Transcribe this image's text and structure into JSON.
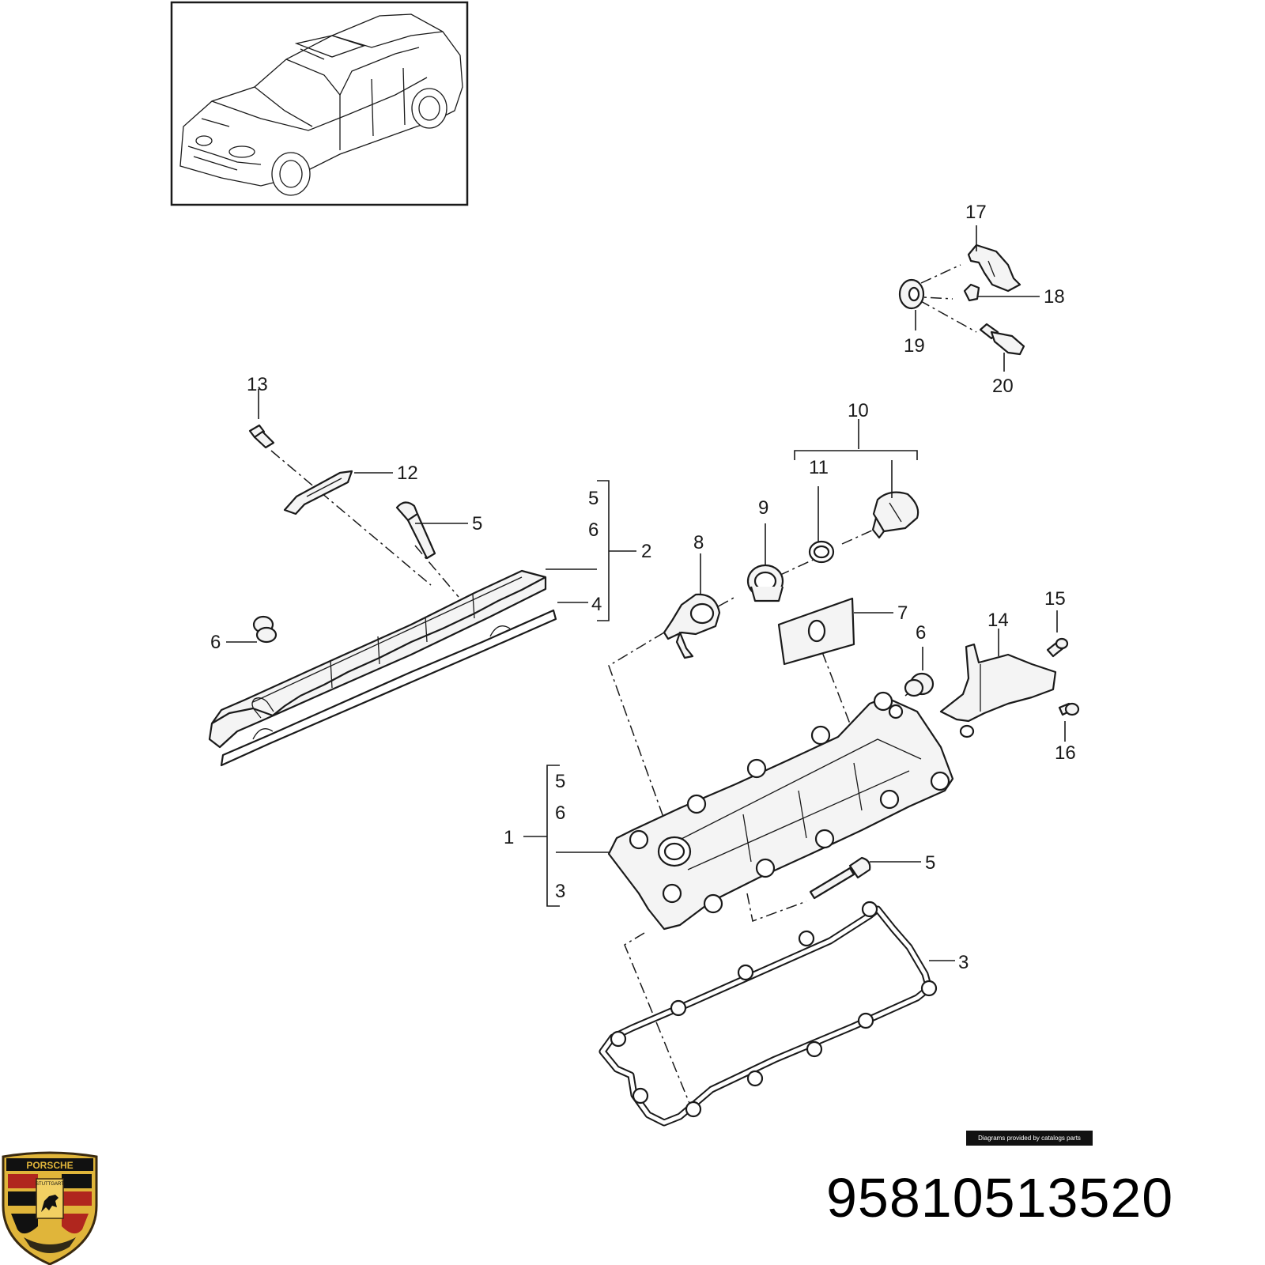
{
  "callouts": {
    "c1": "1",
    "c2": "2",
    "c3a": "3",
    "c3b": "3",
    "c4": "4",
    "c5a": "5",
    "c5b": "5",
    "c5c": "5",
    "c5d": "5",
    "c6a": "6",
    "c6b": "6",
    "c6c": "6",
    "c6d": "6",
    "c7": "7",
    "c8": "8",
    "c9": "9",
    "c10": "10",
    "c11": "11",
    "c12": "12",
    "c13": "13",
    "c14": "14",
    "c15": "15",
    "c16": "16",
    "c17": "17",
    "c18": "18",
    "c19": "19",
    "c20": "20"
  },
  "credit": "Diagrams provided by catalogs parts",
  "part_number": "95810513520",
  "logo": {
    "brand_text": "PORSCHE",
    "city_text": "STUTTGART",
    "colors": {
      "gold": "#e0b53a",
      "red": "#b0261e",
      "black": "#111111"
    }
  }
}
